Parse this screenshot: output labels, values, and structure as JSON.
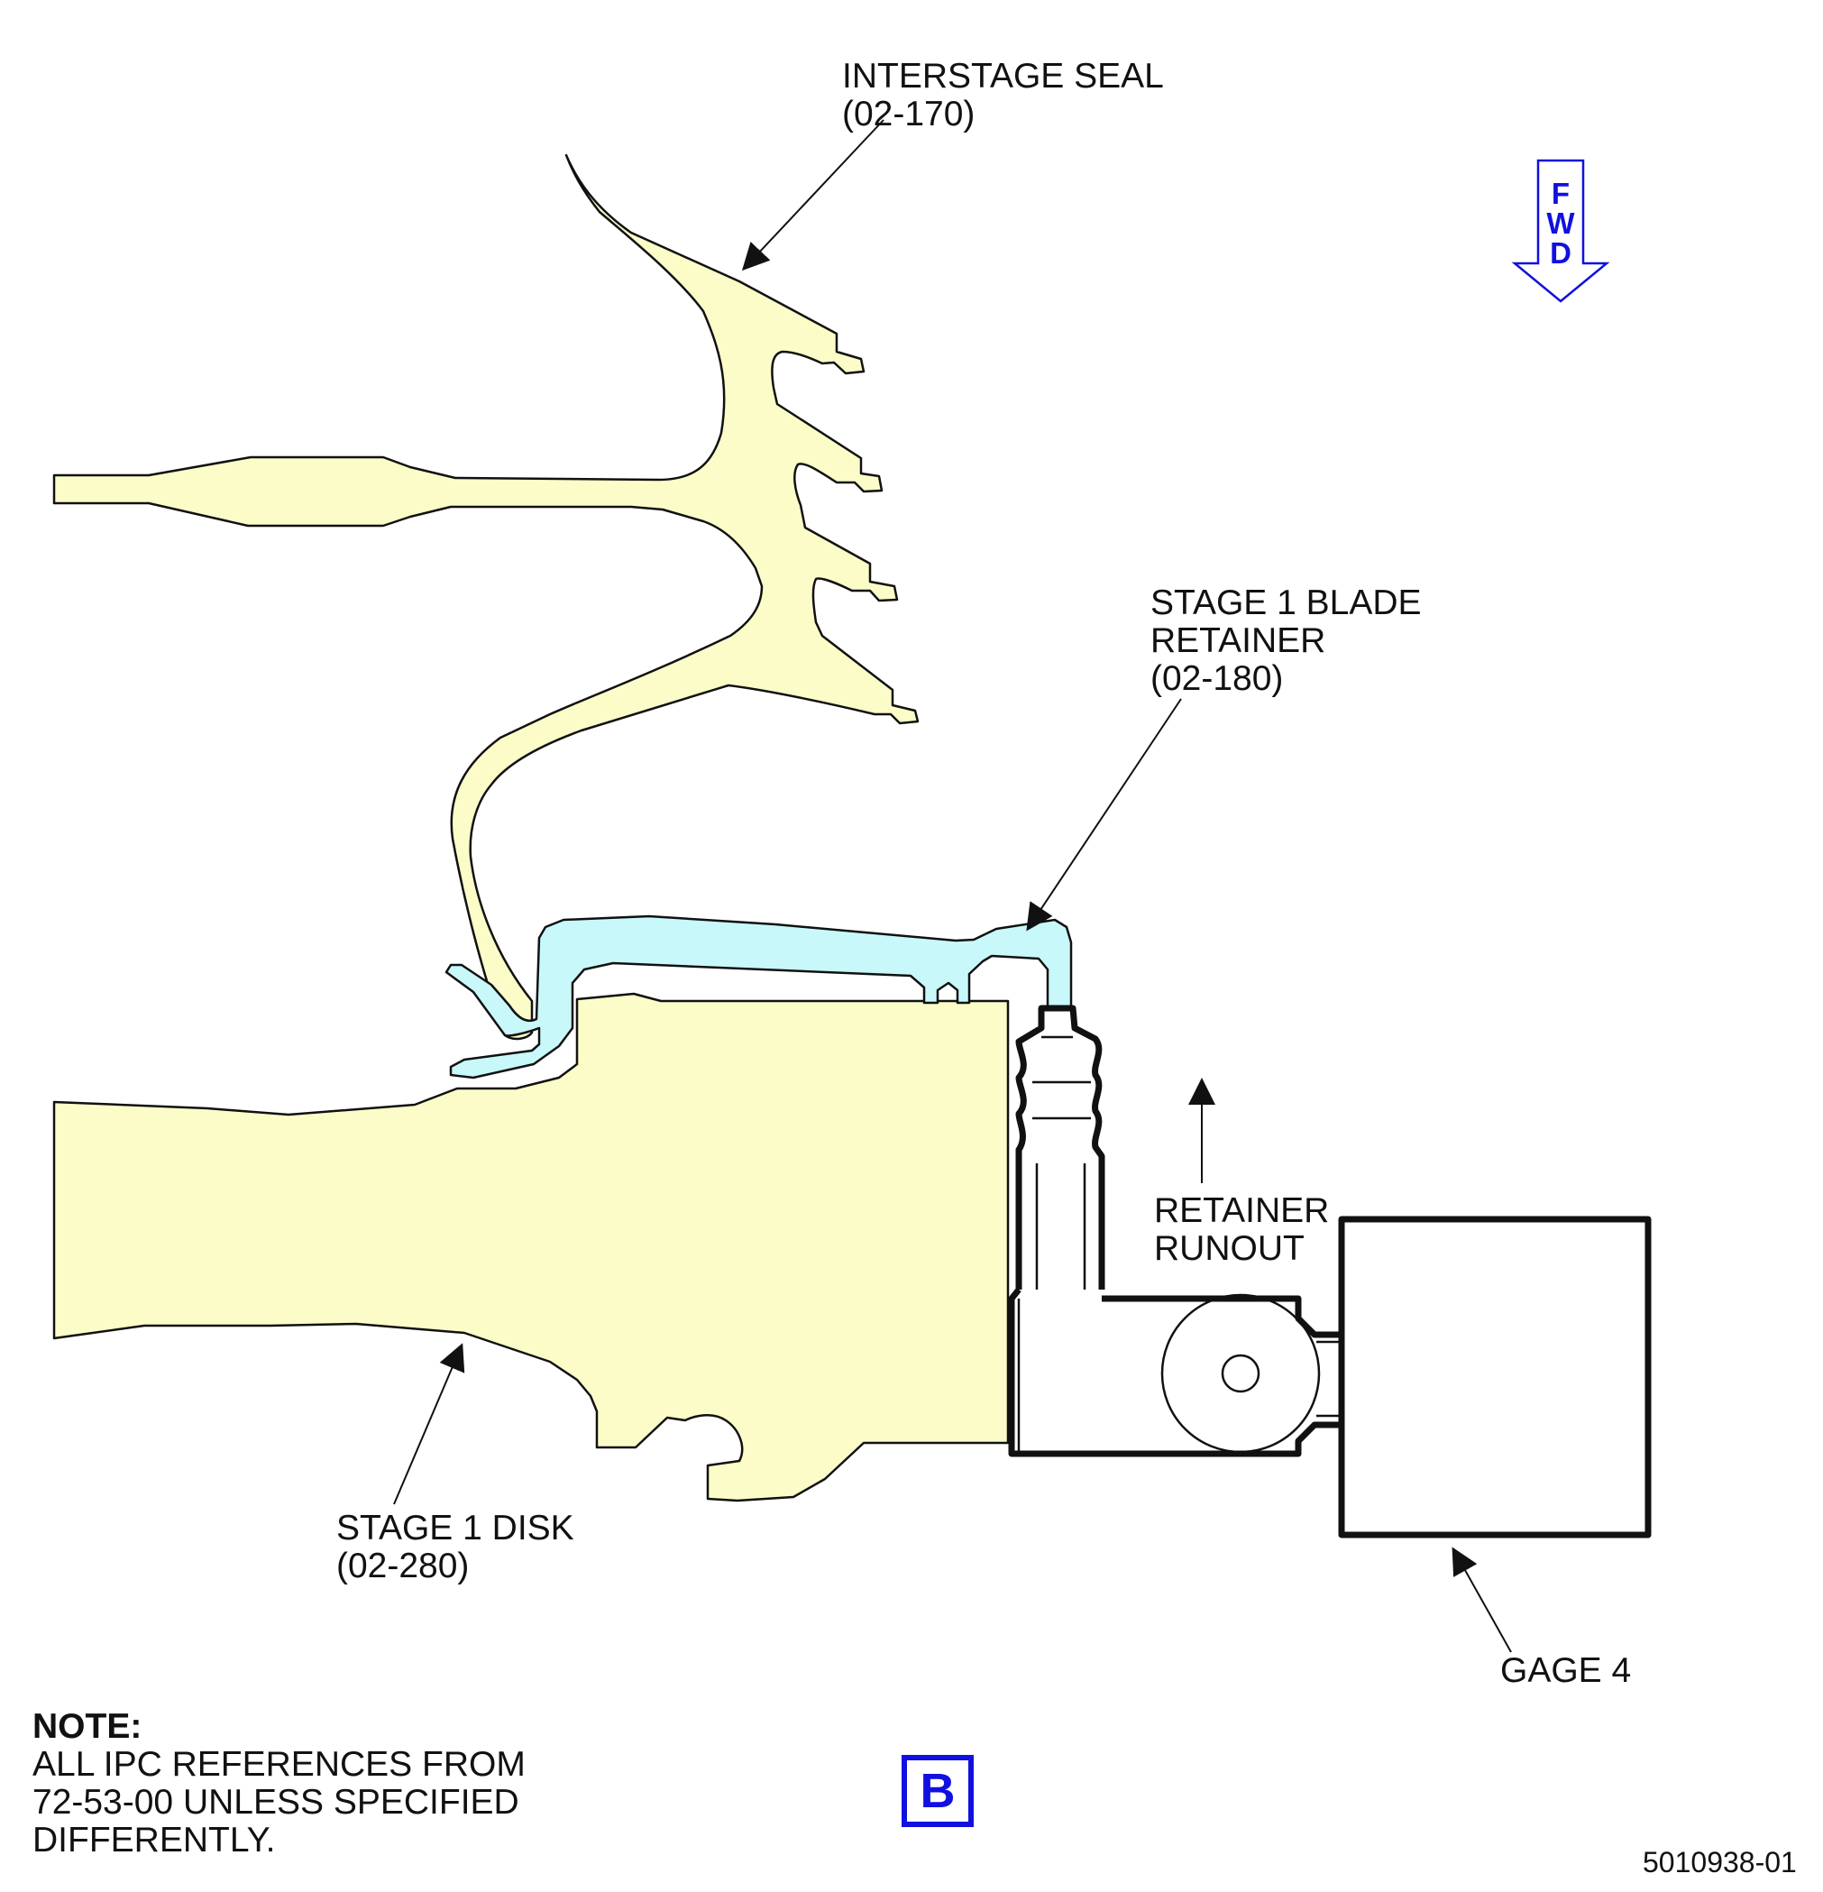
{
  "labels": {
    "interstage_seal": [
      "INTERSTAGE SEAL",
      "(02-170)"
    ],
    "blade_retainer": [
      "STAGE 1 BLADE",
      "RETAINER",
      "(02-180)"
    ],
    "retainer_runout": [
      "RETAINER",
      "RUNOUT"
    ],
    "stage1_disk": [
      "STAGE 1 DISK",
      "(02-280)"
    ],
    "gage": "GAGE 4"
  },
  "note": {
    "heading": "NOTE:",
    "lines": [
      "ALL IPC REFERENCES FROM",
      "72-53-00 UNLESS SPECIFIED",
      "DIFFERENTLY."
    ]
  },
  "fwd_letters": [
    "F",
    "W",
    "D"
  ],
  "view_letter": "B",
  "figure_id": "5010938-01",
  "colors": {
    "part_fill": "#fcfcc8",
    "retainer_fill": "#c8f8fa",
    "line": "#111111",
    "accent": "#1010e0"
  }
}
